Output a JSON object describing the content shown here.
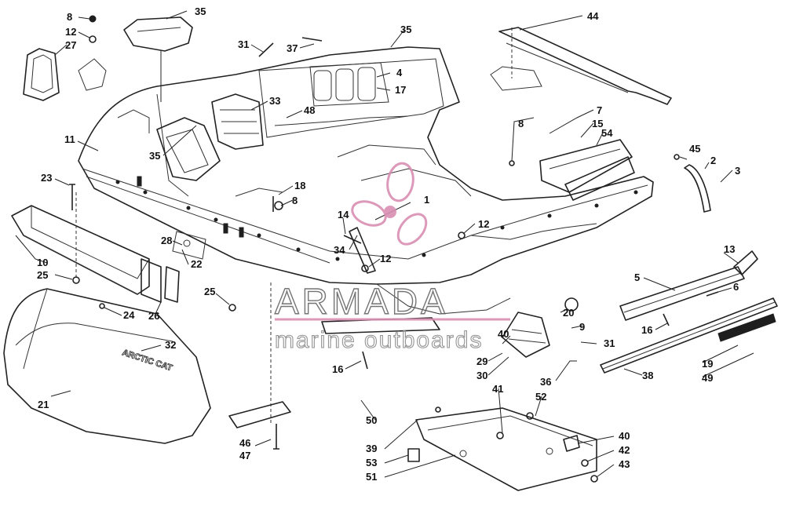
{
  "diagram": {
    "callouts": [
      "1",
      "2",
      "3",
      "4",
      "5",
      "6",
      "7",
      "8",
      "9",
      "10",
      "11",
      "12",
      "13",
      "14",
      "15",
      "16",
      "17",
      "18",
      "19",
      "20",
      "21",
      "22",
      "23",
      "24",
      "25",
      "26",
      "27",
      "28",
      "29",
      "30",
      "31",
      "32",
      "33",
      "34",
      "35",
      "36",
      "37",
      "38",
      "39",
      "40",
      "41",
      "42",
      "43",
      "44",
      "45",
      "46",
      "47",
      "48",
      "49",
      "50",
      "51",
      "52",
      "53",
      "54"
    ],
    "decal_text": "ARCTIC CAT"
  },
  "watermark": {
    "brand": "ARMADA",
    "tagline": "marine outboards",
    "logo": "propeller-logo",
    "color": "#d98fb3"
  }
}
